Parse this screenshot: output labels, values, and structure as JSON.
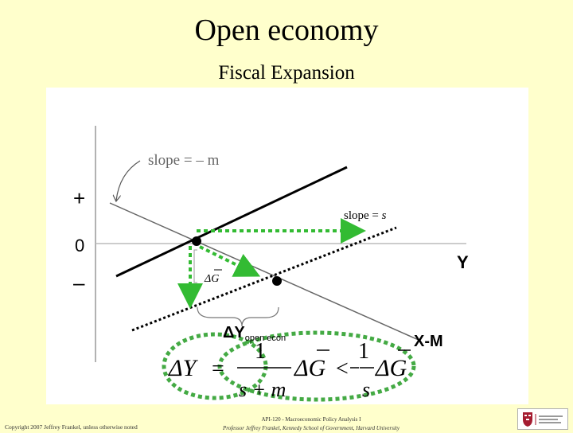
{
  "slide": {
    "title": "Open economy",
    "subtitle": "Fiscal Expansion"
  },
  "diagram": {
    "slope_m_label": "slope =  – m",
    "slope_s_prefix": "slope = ",
    "slope_s_var": "s",
    "plus_label": "+",
    "zero_label": "0",
    "minus_label": "–",
    "y_axis_label": "Y",
    "xm_label": "X-M",
    "delta_g_label": "ΔG",
    "delta_y_label": "ΔY",
    "delta_y_subscript": "open econ",
    "equation": {
      "lhs": "ΔY",
      "eq": "=",
      "frac1_num": "1",
      "frac1_den": "s + m",
      "dg1": "ΔG",
      "lt": "<",
      "frac2_num": "1",
      "frac2_den": "s",
      "dg2": "ΔG"
    },
    "colors": {
      "arrow_green": "#33bb33",
      "circle_green": "#44aa44",
      "line": "#000000",
      "xm_line": "#666666"
    }
  },
  "footer": {
    "copyright": "Copyright 2007 Jeffrey Frankel, unless otherwise noted",
    "course": "API-120 - Macroeconomic Policy Analysis I",
    "professor": "Professor Jeffrey Frankel, Kennedy School of Government, Harvard University"
  }
}
